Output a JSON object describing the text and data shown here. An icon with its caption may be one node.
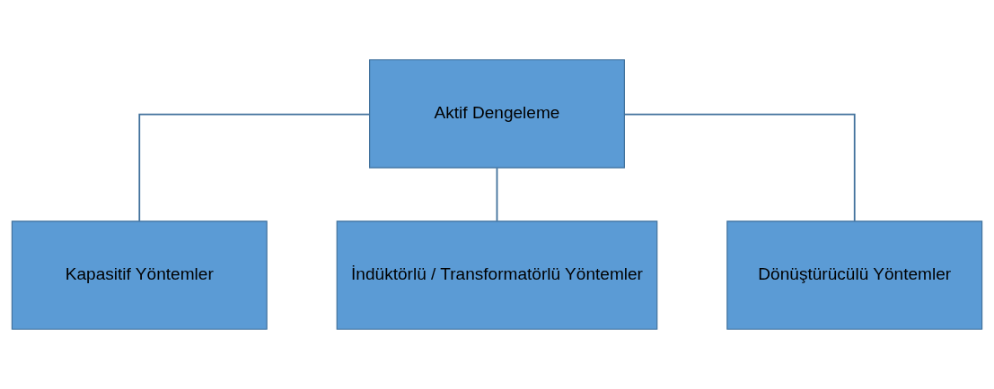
{
  "diagram": {
    "nodes": [
      {
        "text": [
          "Aktif Dengeleme"
        ]
      },
      {
        "text": [
          "Kapasitif Yöntemler"
        ]
      },
      {
        "text": [
          "İndüktörlü / Transformatörlü Yöntemler"
        ]
      },
      {
        "text": [
          "Dönüştürücülü Yöntemler"
        ]
      }
    ],
    "edges": [
      {
        "from": 0,
        "to": 1,
        "arrow": "none"
      },
      {
        "from": 0,
        "to": 2,
        "arrow": "none"
      },
      {
        "from": 0,
        "to": 3,
        "arrow": "none"
      }
    ]
  }
}
